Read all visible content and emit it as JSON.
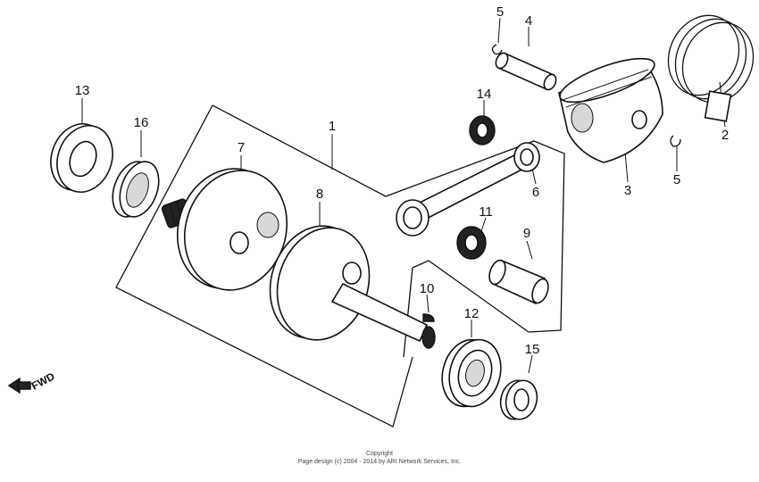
{
  "diagram": {
    "part_numbers": [
      "1",
      "2",
      "3",
      "4",
      "5",
      "5",
      "6",
      "7",
      "8",
      "9",
      "10",
      "11",
      "12",
      "13",
      "14",
      "15",
      "16"
    ],
    "direction_label": "FWD"
  },
  "footer": {
    "line1": "Copyright",
    "line2": "Page design (c) 2004 - 2014 by ARI Network Services, Inc."
  }
}
